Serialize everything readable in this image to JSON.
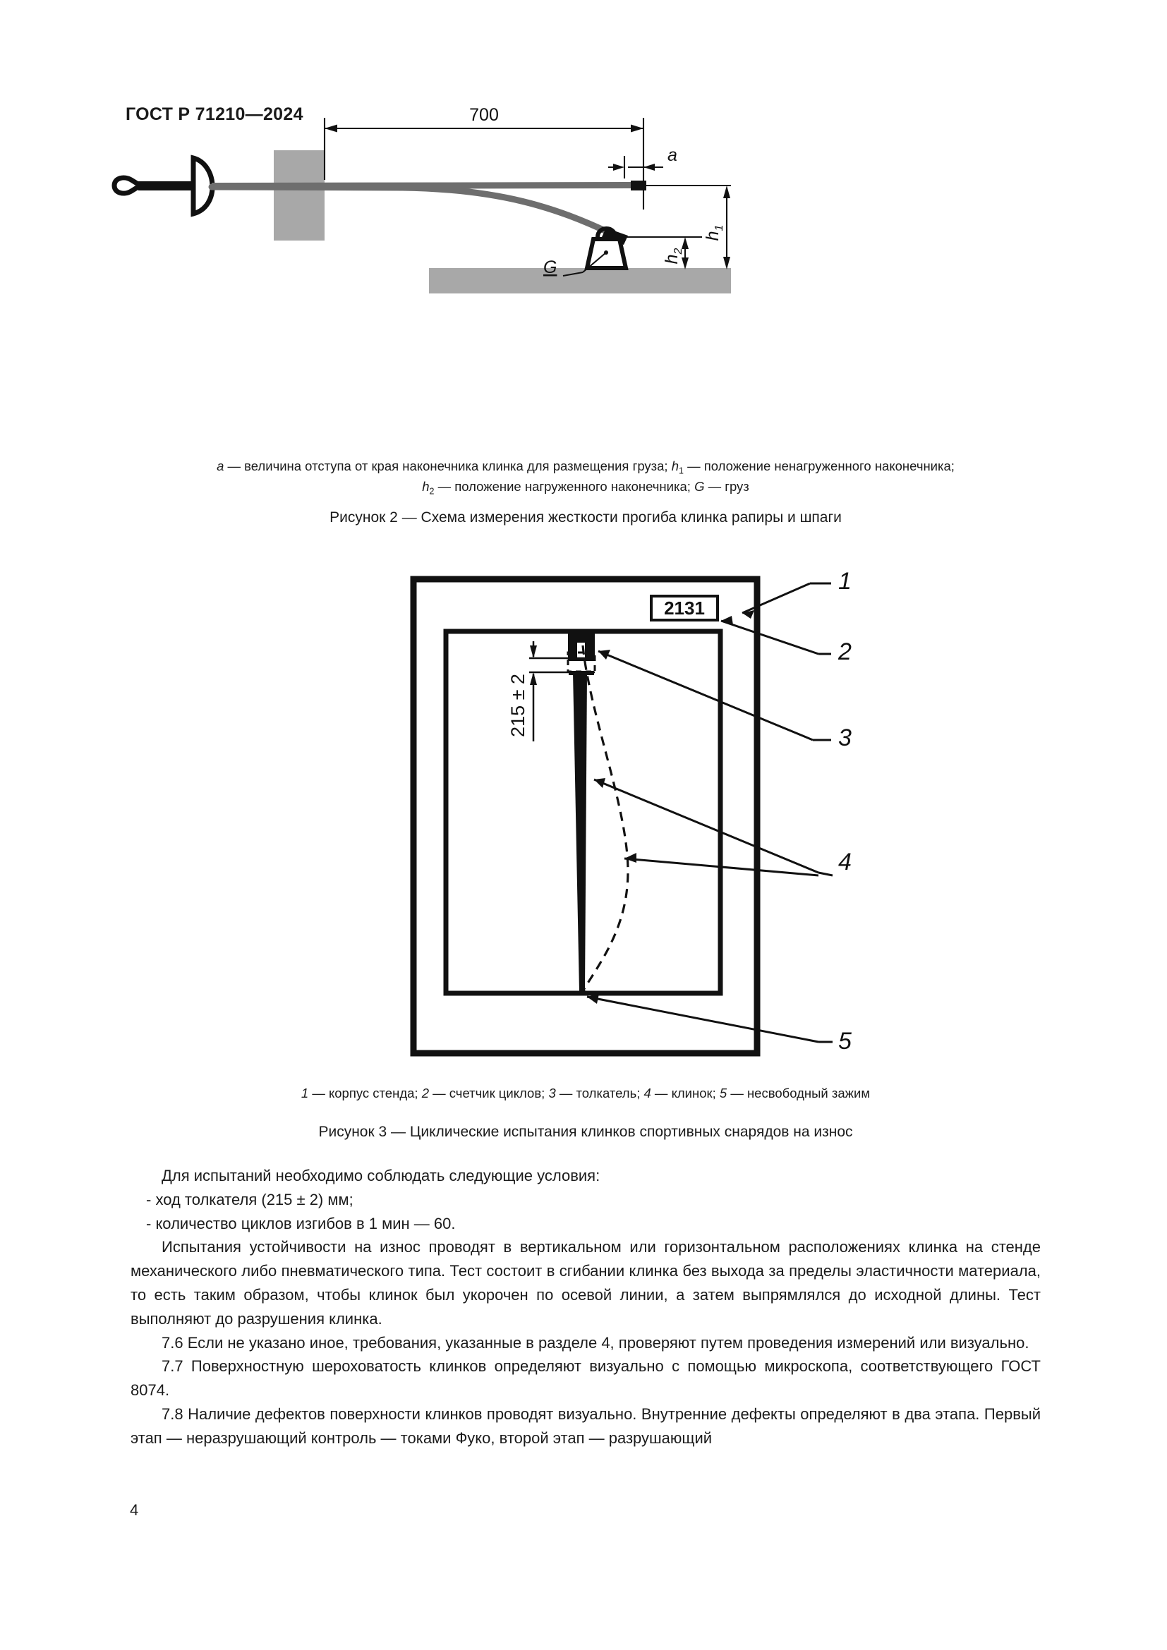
{
  "header": {
    "standard": "ГОСТ Р 71210—2024"
  },
  "figure2": {
    "name": "figure-2",
    "dimension_700": "700",
    "label_a": "a",
    "label_h1": "h",
    "label_h1_sub": "1",
    "label_h2": "h",
    "label_h2_sub": "2",
    "label_G": "G",
    "legend_line1_a": "a",
    "legend_line1_t1": " — величина отступа от края наконечника клинка для размещения груза; ",
    "legend_line1_h": "h",
    "legend_line1_hsub": "1",
    "legend_line1_t2": " — положение ненагруженного наконечника;",
    "legend_line2_h": "h",
    "legend_line2_hsub": "2",
    "legend_line2_t1": " — положение нагруженного наконечника; ",
    "legend_line2_G": "G",
    "legend_line2_t2": " — груз",
    "title": "Рисунок 2 — Схема измерения жесткости прогиба клинка рапиры и шпаги"
  },
  "figure3": {
    "name": "figure-3",
    "counter_value": "2131",
    "dimension_stroke": "215 ± 2",
    "callout_1": "1",
    "callout_2": "2",
    "callout_3": "3",
    "callout_4": "4",
    "callout_5": "5",
    "legend_items": [
      {
        "num": "1",
        "text": " — корпус стенда; "
      },
      {
        "num": "2",
        "text": " — счетчик циклов; "
      },
      {
        "num": "3",
        "text": " — толкатель; "
      },
      {
        "num": "4",
        "text": " — клинок; "
      },
      {
        "num": "5",
        "text": " — несвободный зажим"
      }
    ],
    "title": "Рисунок 3 — Циклические испытания клинков спортивных снарядов на износ"
  },
  "body": {
    "p_conditions_intro": "Для испытаний необходимо соблюдать следующие условия:",
    "p_bullet_1": "-  ход толкателя (215 ± 2) мм;",
    "p_bullet_2": "-  количество циклов изгибов в 1 мин — 60.",
    "p_durability": "Испытания устойчивости на износ проводят в вертикальном или горизонтальном расположениях клинка на стенде механического либо пневматического типа. Тест состоит в сгибании клинка без выхода за пределы эластичности материала, то есть таким образом, чтобы клинок был укорочен по осевой линии, а затем выпрямлялся до исходной длины. Тест выполняют до разрушения клинка.",
    "p_7_6": "7.6  Если не указано иное, требования, указанные в разделе 4, проверяют путем проведения измерений или визуально.",
    "p_7_7": "7.7  Поверхностную шероховатость клинков определяют визуально с помощью микроскопа, соответствующего ГОСТ 8074.",
    "p_7_8": "7.8  Наличие дефектов поверхности клинков проводят визуально. Внутренние дефекты определяют в два этапа. Первый этап — неразрушающий контроль — токами Фуко, второй этап — разрушающий"
  },
  "footer": {
    "page_number": "4"
  },
  "colors": {
    "ink": "#1a1a1a",
    "blade_gray": "#6e6e6e",
    "block_gray": "#a8a8a8",
    "paper": "#ffffff"
  }
}
